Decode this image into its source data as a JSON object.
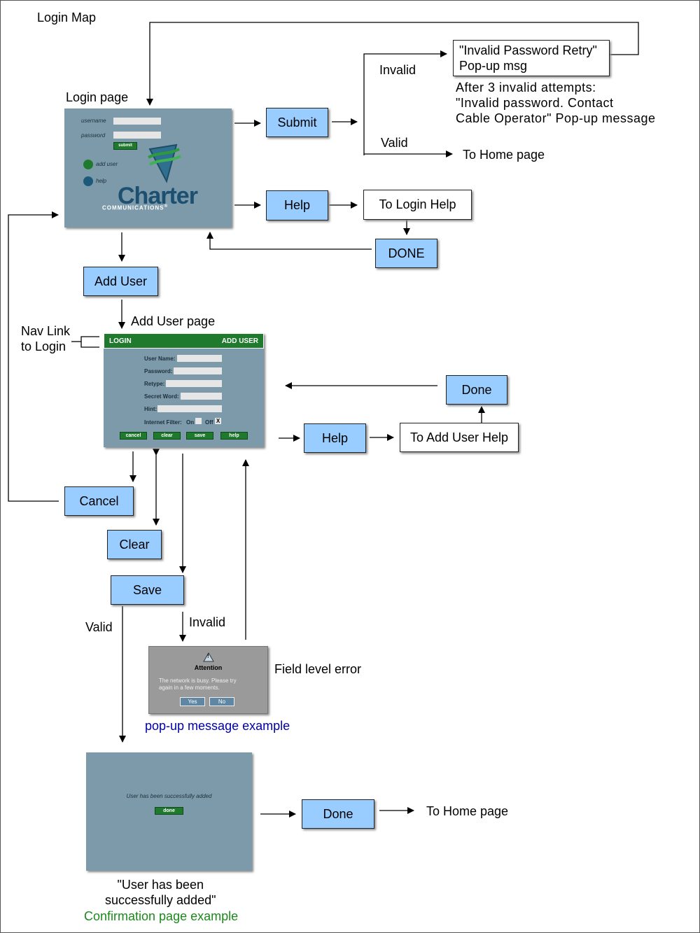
{
  "title": "Login Map",
  "labels": {
    "login_page": "Login page",
    "invalid_top": "Invalid",
    "valid_top": "Valid",
    "to_home_top": "To Home page",
    "invalid_note": "After 3 invalid attempts:\n\"Invalid password. Contact\nCable Operator\" Pop-up message",
    "add_user_page": "Add User page",
    "nav_link": "Nav Link\nto Login",
    "invalid_save": "Invalid",
    "valid_save": "Valid",
    "field_error": "Field level error",
    "popup_caption": "pop-up message example",
    "to_home_bottom": "To Home page",
    "confirm_quote": "\"User has been\nsuccessfully added\"",
    "confirm_caption": "Confirmation page example"
  },
  "boxes": {
    "retry_msg": "\"Invalid Password Retry\"\nPop-up msg",
    "submit": "Submit",
    "help_login": "Help",
    "to_login_help": "To Login Help",
    "done_login": "DONE",
    "add_user": "Add User",
    "done_adduser": "Done",
    "help_adduser": "Help",
    "to_adduser_help": "To Add User Help",
    "cancel": "Cancel",
    "clear": "Clear",
    "save": "Save",
    "done_confirm": "Done"
  },
  "login_screen": {
    "username_label": "username",
    "password_label": "password",
    "submit_btn": "submit",
    "add_user_link": "add user",
    "help_link": "help",
    "brand": "Charter",
    "brand_sub": "COMMUNICATIONS",
    "brand_sub_mark": "®"
  },
  "adduser_screen": {
    "nav_login": "LOGIN",
    "nav_add_user": "ADD USER",
    "user_name": "User Name:",
    "password": "Password:",
    "retype": "Retype:",
    "secret_word": "Secret Word:",
    "hint": "Hint:",
    "internet_filter": "Internet Filter:",
    "on": "On",
    "off": "Off",
    "off_checked": "X",
    "btn_cancel": "cancel",
    "btn_clear": "clear",
    "btn_save": "save",
    "btn_help": "help"
  },
  "popup_screen": {
    "icon_glyph": "!",
    "title": "Attention",
    "message": "The network is busy. Please try\nagain in a few moments.",
    "yes": "Yes",
    "no": "No"
  },
  "confirm_screen": {
    "message": "User has been successfully added",
    "done_btn": "done"
  },
  "colors": {
    "box_blue": "#99ccff",
    "screen_bg": "#7d9aaa",
    "nav_green": "#1f7a2e",
    "popup_caption": "#0000aa",
    "confirm_caption": "#1a8a1a"
  }
}
